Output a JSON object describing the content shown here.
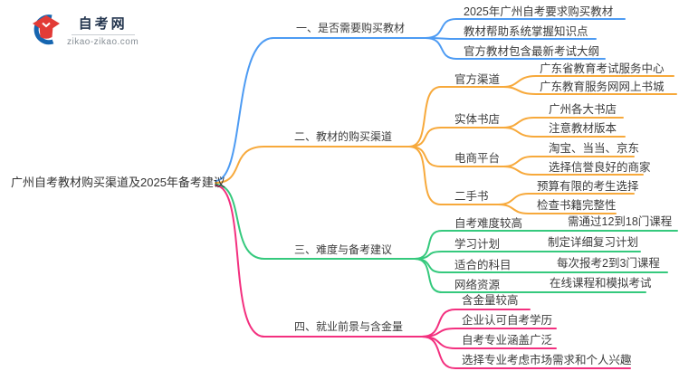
{
  "logo": {
    "site_name": "自考网",
    "site_url": "zikao-zikao.com",
    "brand_blue": "#1565b0",
    "brand_red": "#e23b36"
  },
  "root": {
    "title": "广州自考教材购买渠道及2025年备考建议"
  },
  "branches": [
    {
      "label": "一、是否需要购买教材",
      "color": "#4d9bf3",
      "children": [
        "2025年广州自考要求购买教材",
        "教材帮助系统掌握知识点",
        "官方教材包含最新考试大纲"
      ]
    },
    {
      "label": "二、教材的购买渠道",
      "color": "#f7a93b",
      "children": [
        {
          "label": "官方渠道",
          "children": [
            "广东省教育考试服务中心",
            "广东教育服务网网上书城"
          ]
        },
        {
          "label": "实体书店",
          "children": [
            "广州各大书店",
            "注意教材版本"
          ]
        },
        {
          "label": "电商平台",
          "children": [
            "淘宝、当当、京东",
            "选择信誉良好的商家"
          ]
        },
        {
          "label": "二手书",
          "children": [
            "预算有限的考生选择",
            "检查书籍完整性"
          ]
        }
      ]
    },
    {
      "label": "三、难度与备考建议",
      "color": "#35c97d",
      "children": [
        {
          "label": "自考难度较高",
          "children": [
            "需通过12到18门课程"
          ]
        },
        {
          "label": "学习计划",
          "children": [
            "制定详细复习计划"
          ]
        },
        {
          "label": "适合的科目",
          "children": [
            "每次报考2到3门课程"
          ]
        },
        {
          "label": "网络资源",
          "children": [
            "在线课程和模拟考试"
          ]
        }
      ]
    },
    {
      "label": "四、就业前景与含金量",
      "color": "#f3307f",
      "children": [
        "含金量较高",
        "企业认可自考学历",
        "自考专业涵盖广泛",
        "选择专业考虑市场需求和个人兴趣"
      ]
    }
  ]
}
